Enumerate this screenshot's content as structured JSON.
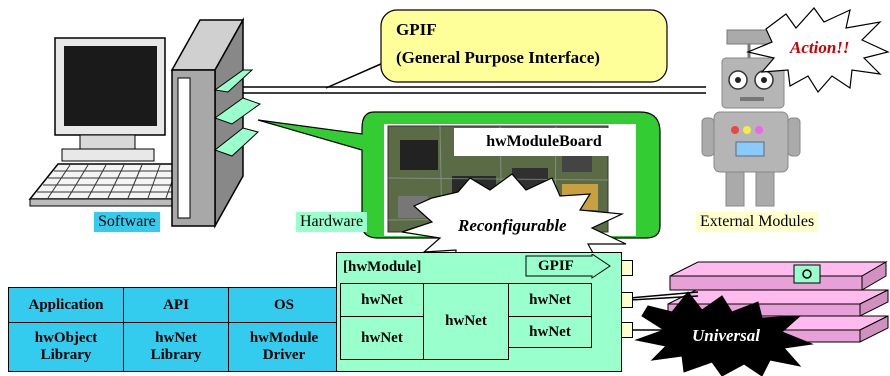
{
  "colors": {
    "software_blue": "#33ccee",
    "hardware_mint": "#99ffcc",
    "callout_yellow": "#ffff99",
    "callout_green": "#33cc33",
    "module_pink": "#ffbbee",
    "action_red": "#cc0000"
  },
  "gpif_callout": {
    "line1": "GPIF",
    "line2": "(General Purpose Interface)"
  },
  "action_burst": {
    "text": "Action!!"
  },
  "board_title": "hwModuleBoard",
  "reconfigurable_burst": {
    "text": "Reconfigurable"
  },
  "universal_burst": {
    "text": "Universal"
  },
  "labels": {
    "software": "Software",
    "hardware": "Hardware",
    "external_modules": "External Modules"
  },
  "software_stack": {
    "top": [
      "Application",
      "API",
      "OS"
    ],
    "bottom": [
      "hwObject\nLibrary",
      "hwNet\nLibrary",
      "hwModule\nDriver"
    ]
  },
  "hwmodule": {
    "title": "[hwModule]",
    "gpif": "GPIF",
    "left_nets": [
      "hwNet",
      "hwNet"
    ],
    "center_net": "hwNet",
    "right_nets": [
      "hwNet",
      "hwNet"
    ]
  },
  "icons": [
    "computer-monitor-icon",
    "keyboard-icon",
    "pc-tower-icon",
    "robot-icon",
    "circuit-board-photo",
    "external-module-stack-icon"
  ]
}
